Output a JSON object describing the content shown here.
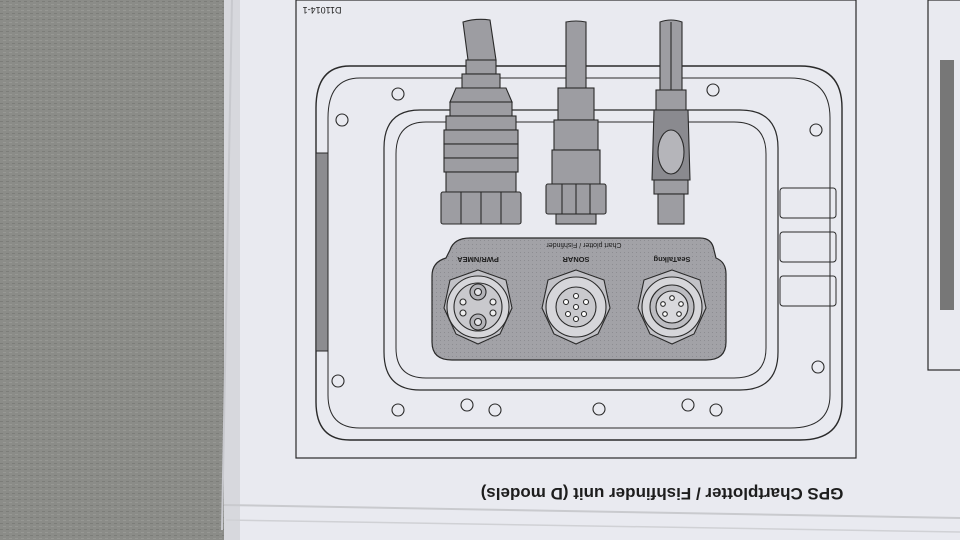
{
  "diagram": {
    "figure_id": "D11014-1",
    "caption": "GPS Chartplotter / Fishfinder unit (D models)",
    "panel_label": "Chart plotter / Fishfinder",
    "connectors": [
      {
        "label": "PWR/NMEA"
      },
      {
        "label": "SONAR"
      },
      {
        "label": "SeaTalkng"
      }
    ]
  },
  "colors": {
    "table": "#8a8b87",
    "paper": "#e9eaf0",
    "line": "#2a2a2a",
    "cable_fill": "#9d9da2",
    "panel_fill": "#a9a9ad"
  }
}
